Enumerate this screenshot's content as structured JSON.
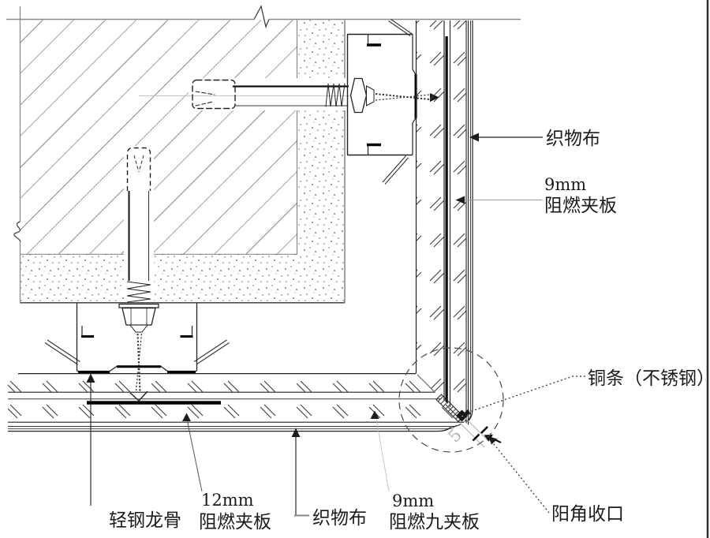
{
  "drawing": {
    "right_labels": {
      "fabric": "织物布",
      "board_9mm_l1": "9mm",
      "board_9mm_l2": "阻燃夹板",
      "copper_strip": "铜条（不锈钢）",
      "corner_trim": "阳角收口"
    },
    "bottom_labels": {
      "steel_keel": "轻钢龙骨",
      "board_12mm_l1": "12mm",
      "board_12mm_l2": "阻燃夹板",
      "fabric": "织物布",
      "board_9ply_l1": "9mm",
      "board_9ply_l2": "阻燃九夹板"
    },
    "dimensions": {
      "strip_width": "5"
    },
    "colors": {
      "line": "#222222",
      "light_line": "#999999",
      "background": "#ffffff"
    }
  }
}
